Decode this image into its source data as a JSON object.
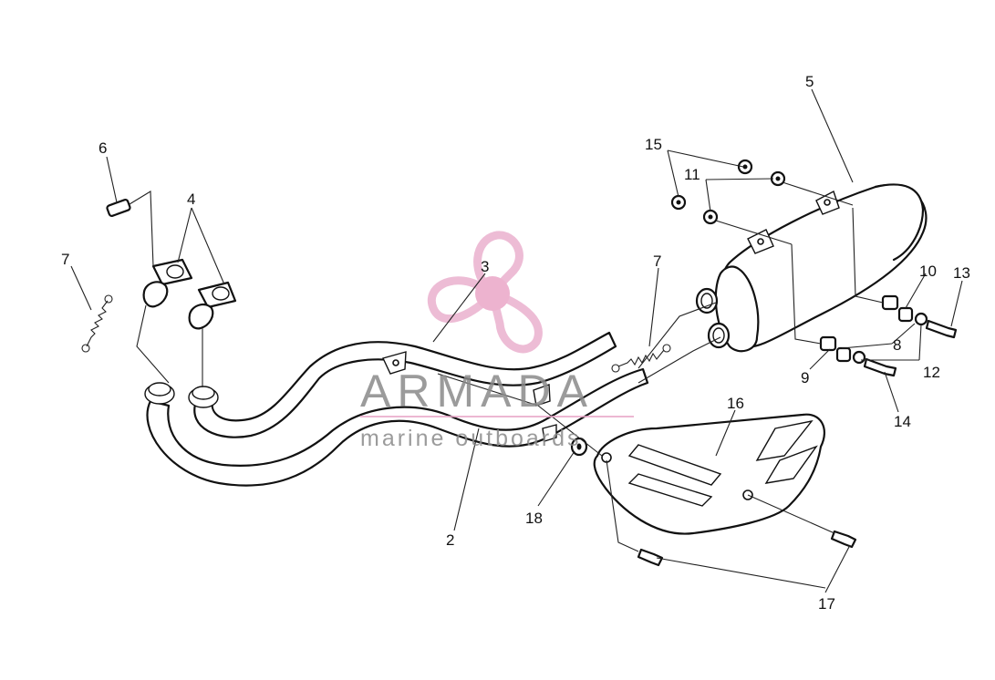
{
  "callouts": {
    "c2": "2",
    "c3": "3",
    "c4": "4",
    "c5": "5",
    "c6": "6",
    "c7a": "7",
    "c7b": "7",
    "c8": "8",
    "c9": "9",
    "c10": "10",
    "c11": "11",
    "c12": "12",
    "c13": "13",
    "c14": "14",
    "c15": "15",
    "c16": "16",
    "c17": "17",
    "c18": "18"
  },
  "watermark": {
    "brand": "ARMADA",
    "tagline": "marine outboards",
    "logo_icon": "propeller-logo-icon",
    "brand_color": "#e8a6c8"
  }
}
